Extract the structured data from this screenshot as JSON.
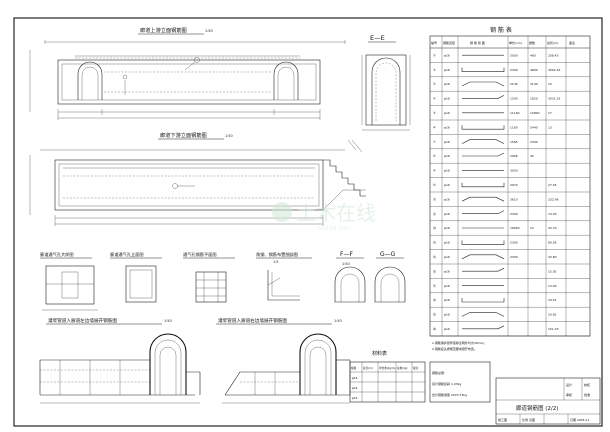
{
  "drawing": {
    "views": {
      "v1_title": "廊道上游立面钢筋图",
      "v1_scale": "1:50",
      "v2_title": "廊道下游立面钢筋图",
      "v2_scale": "1:50",
      "ee_title": "E—E",
      "ff_title": "F—F",
      "gg_title": "G—G",
      "det1_title": "廊道通气孔大样图",
      "det2_title": "廊道通气孔立面图",
      "det3_title": "通气孔钢筋平面图",
      "det4_title": "角钢、钢筋布置细部图",
      "ff_scale": "1:50",
      "det4_scale": "1:5",
      "tun1_title": "灌浆管道入廊道左边墙展开钢筋图",
      "tun2_title": "灌浆管道入廊道右边墙展开钢筋图",
      "tun_scale": "1:50"
    },
    "rebar_table": {
      "title": "钢 筋 表",
      "headers": [
        "编号",
        "钢筋直径",
        "钢 筋 简 图",
        "单长(cm)",
        "根数",
        "总长(m)",
        "备注"
      ],
      "rows": [
        [
          "①",
          "φ16",
          "",
          "5000",
          "480",
          "",
          ""
        ],
        [
          "②",
          "φ16",
          "",
          "2300",
          "4800",
          "",
          ""
        ],
        [
          "③",
          "φ16",
          "",
          "2145",
          "3140",
          "",
          ""
        ],
        [
          "④",
          "φ16",
          "",
          "1200",
          "1820",
          "",
          ""
        ],
        [
          "⑤",
          "φ16",
          "",
          "11160",
          "12890",
          "",
          ""
        ],
        [
          "⑥",
          "φ16",
          "",
          "1160",
          "5440",
          "",
          ""
        ],
        [
          "⑦",
          "φ16",
          "",
          "1565",
          "2390",
          "",
          ""
        ],
        [
          "⑧",
          "φ16",
          "",
          "2966",
          "",
          "",
          ""
        ],
        [
          "⑨",
          "φ16",
          "",
          "3050",
          "",
          "",
          ""
        ],
        [
          "⑩",
          "φ16",
          "",
          "2970",
          "",
          "",
          ""
        ],
        [
          "⑪",
          "φ16",
          "",
          "3610",
          "",
          "",
          ""
        ],
        [
          "⑫",
          "φ16",
          "",
          "2300",
          "",
          "",
          ""
        ],
        [
          "⑬",
          "φ16",
          "",
          "16600",
          "12",
          "",
          ""
        ],
        [
          "⑭",
          "φ16",
          "",
          "2300",
          "",
          "",
          ""
        ],
        [
          "⑮",
          "φ16",
          "",
          "2300",
          "",
          "",
          ""
        ],
        [
          "⑯",
          "φ16",
          "",
          "",
          "",
          "",
          ""
        ],
        [
          "⑰",
          "φ16",
          "",
          "",
          "",
          "",
          ""
        ],
        [
          "⑱",
          "φ16",
          "",
          "",
          "",
          "",
          ""
        ],
        [
          "⑲",
          "φ16",
          "",
          "",
          "",
          "",
          ""
        ],
        [
          "⑳",
          "φ16",
          "",
          "",
          "",
          "",
          ""
        ]
      ],
      "count_col": [
        "1",
        "11",
        "15",
        "13",
        "11",
        "10",
        "12",
        "45",
        "",
        "",
        "",
        "",
        "13",
        "",
        "",
        "",
        "",
        "",
        "",
        ""
      ],
      "total_col": [
        "208.43",
        "3002.43",
        "15",
        "3031.53",
        "17",
        "13",
        "",
        "",
        "",
        "",
        "",
        "",
        "",
        "",
        "",
        "",
        "",
        "",
        "",
        ""
      ],
      "note_col": [
        "",
        "",
        "",
        "",
        "",
        "",
        "",
        "",
        "",
        "",
        "",
        "",
        "",
        "",
        "",
        "",
        "",
        "",
        "",
        ""
      ],
      "lower_rows_right": [
        "27.45",
        "232.96",
        "74.03",
        "43.70",
        "80.56",
        "43.80",
        "15.92",
        "13.90",
        "34.51",
        "10.82",
        "151.03"
      ]
    },
    "material_table": {
      "title": "材料表",
      "headers": [
        "规格",
        "总长(m)",
        "单位重(kg/m)",
        "总重(kg)",
        "备注"
      ],
      "rows": [
        [
          "φ16",
          "",
          "",
          "",
          "钢筋总量:"
        ],
        [
          "φ16",
          "",
          "",
          "",
          "另计钢筋损耗:"
        ],
        [
          "φ16",
          "",
          "",
          "",
          "合计钢筋用量:"
        ]
      ],
      "note_lines": [
        "钢筋总量:",
        "另计钢筋损耗 1.03kg",
        "合计钢筋用量 2070.73kg"
      ]
    },
    "notes": {
      "line1": "1.钢筋保护层厚度除注明外均为30mm。",
      "line2": "2.钢筋接头按规范要求错开布置。"
    },
    "title_block": {
      "drawing_name": "廊道钢筋图 (2/2)",
      "cells": [
        "设计",
        "校核",
        "审核",
        "批准"
      ],
      "sheet_no": "日期 2005.11",
      "scale": "比例 见图",
      "design_stage": "施工图"
    },
    "watermark": {
      "text": "土木在线",
      "sub": "co188.com"
    }
  }
}
